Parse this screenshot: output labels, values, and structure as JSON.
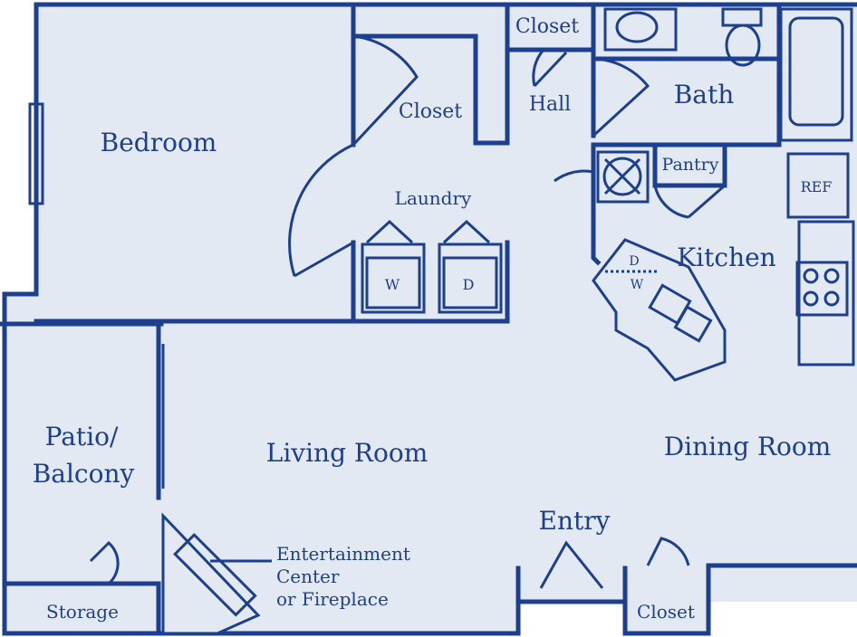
{
  "colors": {
    "wall": "#1d3f8f",
    "floor": "#e3e9f3",
    "outside": "#ffffff"
  },
  "labels": {
    "bedroom": "Bedroom",
    "bedroom_closet": "Closet",
    "hall_closet": "Closet",
    "hall": "Hall",
    "bath": "Bath",
    "laundry": "Laundry",
    "washer": "W",
    "dryer": "D",
    "pantry": "Pantry",
    "ref": "REF",
    "kitchen": "Kitchen",
    "dishwasher_d": "D",
    "dishwasher_w": "W",
    "patio_line1": "Patio/",
    "patio_line2": "Balcony",
    "living_room": "Living Room",
    "dining_room": "Dining Room",
    "entry": "Entry",
    "entertainment_line1": "Entertainment",
    "entertainment_line2": "Center",
    "entertainment_line3": "or Fireplace",
    "storage": "Storage",
    "entry_closet": "Closet"
  }
}
